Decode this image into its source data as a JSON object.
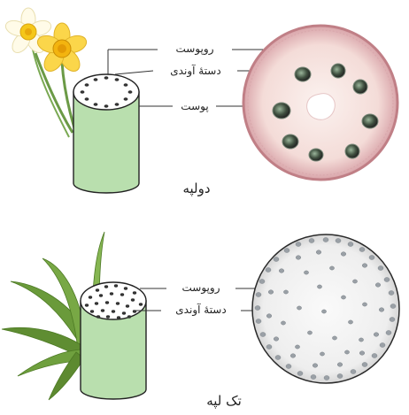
{
  "dicot": {
    "caption": "دولپه",
    "labels": {
      "epidermis": "روپوست",
      "vascular_bundle": "دستهٔ آوندی",
      "cortex": "پوست"
    }
  },
  "monocot": {
    "caption": "تک لپه",
    "labels": {
      "epidermis": "روپوست",
      "vascular_bundle": "دستهٔ آوندی"
    }
  },
  "colors": {
    "stem_green": "#b9dfae",
    "dicot_section_fill": "#f6e4e2",
    "dicot_section_rim": "#c07f86",
    "bundle_dark": "#3a4a3a",
    "monocot_section_fill": "#f5f5f5",
    "monocot_bundle": "#9aa0a6",
    "flower_yellow": "#f5c71a",
    "flower_petal": "#fffbe8",
    "leaf_green": "#6a9a3a"
  }
}
